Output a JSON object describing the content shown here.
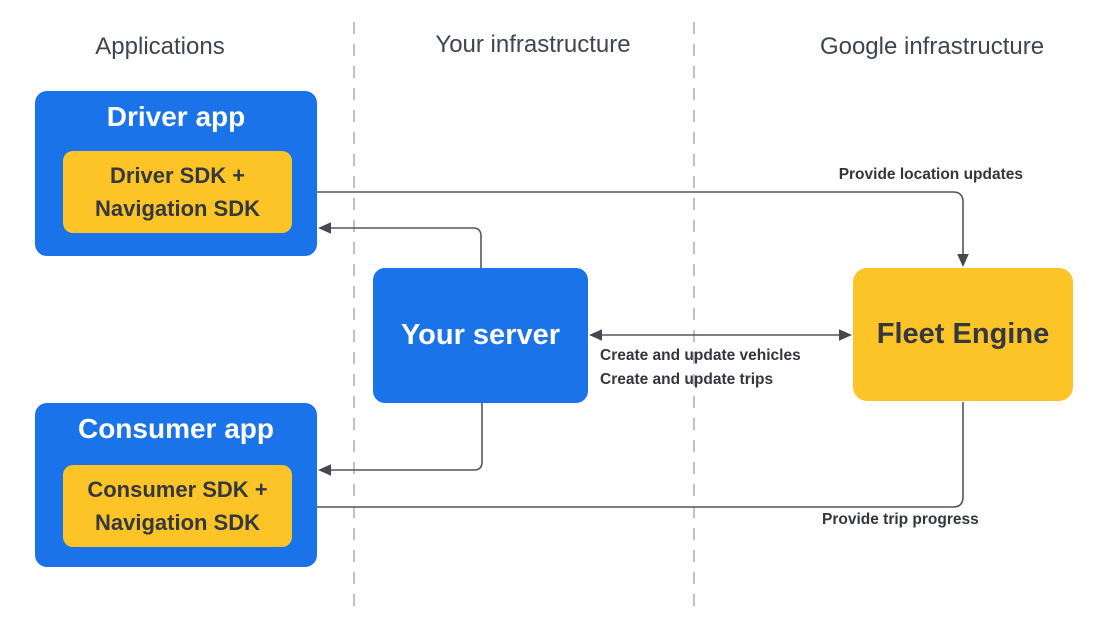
{
  "columns": [
    {
      "label": "Applications"
    },
    {
      "label": "Your infrastructure"
    },
    {
      "label": "Google infrastructure"
    }
  ],
  "boxes": {
    "driver_app": {
      "title": "Driver app",
      "sdk_line1": "Driver SDK +",
      "sdk_line2": "Navigation SDK"
    },
    "consumer_app": {
      "title": "Consumer app",
      "sdk_line1": "Consumer SDK +",
      "sdk_line2": "Navigation SDK"
    },
    "your_server": {
      "title": "Your server"
    },
    "fleet_engine": {
      "title": "Fleet Engine"
    }
  },
  "edges": {
    "provide_location_updates": {
      "label": "Provide location updates"
    },
    "create_and_update": {
      "line1": "Create and update vehicles",
      "line2": "Create and update trips"
    },
    "provide_trip_progress": {
      "label": "Provide trip progress"
    }
  },
  "colors": {
    "node_blue": "#1a73e8",
    "node_yellow": "#fdc428",
    "title_on_blue": "#ffffff",
    "text_on_yellow": "#35383e",
    "header_text": "#3e4450",
    "edge_label_text": "#33363c",
    "arrow_line": "#53575d",
    "arrow_head": "#45484e",
    "lane_divider": "#a3a7ad",
    "background": "#ffffff"
  }
}
